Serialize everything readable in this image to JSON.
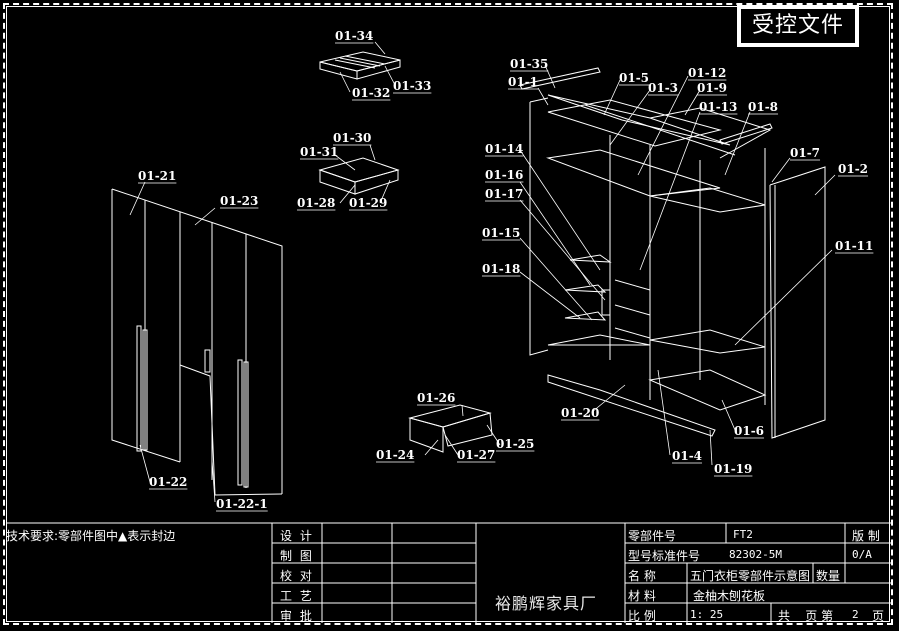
{
  "stamp": {
    "text": "受控文件"
  },
  "parts": {
    "top_tray": [
      "01-34",
      "01-33",
      "01-32"
    ],
    "small_drawer": [
      "01-30",
      "01-31",
      "01-28",
      "01-29"
    ],
    "doors": [
      "01-21",
      "01-23",
      "01-22",
      "01-22-1"
    ],
    "bottom_drawer": [
      "01-26",
      "01-24",
      "01-27",
      "01-25"
    ],
    "cabinet_left": [
      "01-35",
      "01-1",
      "01-14",
      "01-16",
      "01-17",
      "01-15",
      "01-18"
    ],
    "cabinet_top": [
      "01-5",
      "01-3",
      "01-12",
      "01-9",
      "01-13",
      "01-8"
    ],
    "cabinet_right": [
      "01-7",
      "01-2",
      "01-11"
    ],
    "cabinet_bottom": [
      "01-20",
      "01-4",
      "01-19",
      "01-6"
    ]
  },
  "title_block": {
    "tech_requirement": "技术要求:零部件图中▲表示封边",
    "roles": [
      "设 计",
      "制 图",
      "校 对",
      "工 艺",
      "审 批"
    ],
    "company": "裕鹏辉家具厂",
    "part_no_label": "零部件号",
    "part_no_value": "FT2",
    "model_label": "型号标准件号",
    "model_value": "82302-5M",
    "name_label": "名 称",
    "name_value": "五门衣柜零部件示意图",
    "qty_label": "数量",
    "material_label": "材 料",
    "material_value": "金柚木刨花板",
    "scale_label": "比 例",
    "scale_value": "1: 25",
    "pages_label": "共    页 第",
    "page_no": "2",
    "page_suffix": "页",
    "version_label": "版 制",
    "version_value": "0/A"
  }
}
